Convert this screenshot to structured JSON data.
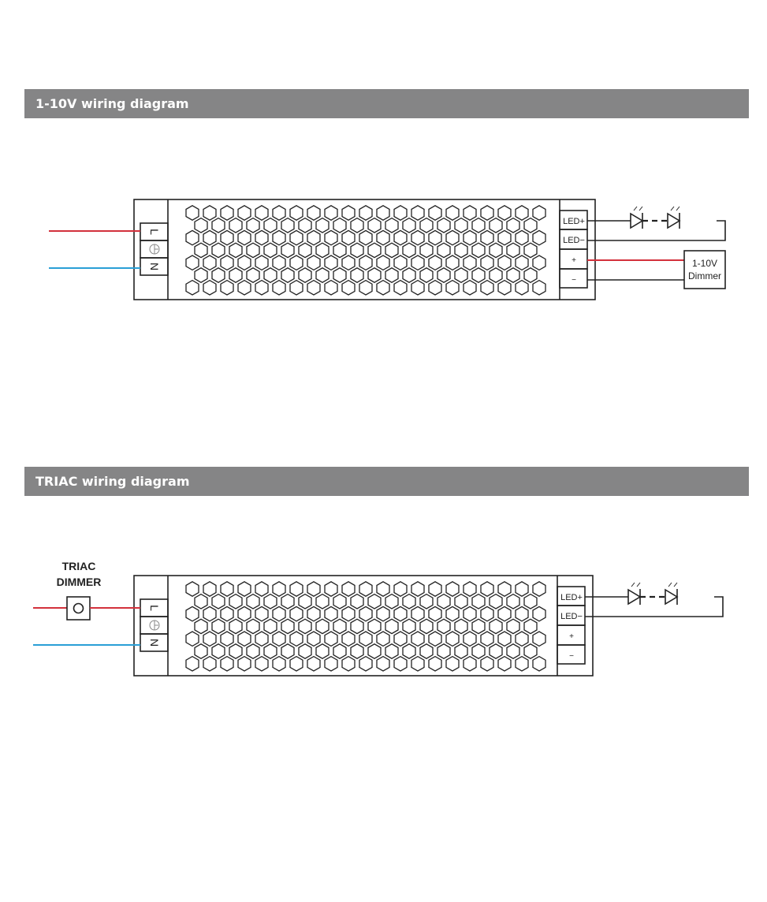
{
  "sections": [
    {
      "title": "1-10V wiring diagram",
      "input_terminals": [
        "L",
        "⏚",
        "N"
      ],
      "output_terminals": [
        "LED+",
        "LED−",
        "+",
        "−"
      ],
      "dimmer_label": [
        "1-10V",
        "Dimmer"
      ]
    },
    {
      "title": "TRIAC wiring diagram",
      "input_terminals": [
        "L",
        "⏚",
        "N"
      ],
      "output_terminals": [
        "LED+",
        "LED−",
        "+",
        "−"
      ],
      "dimmer_label": [
        "TRIAC",
        "DIMMER"
      ]
    }
  ],
  "colors": {
    "header": "#858586",
    "live": "#d3313c",
    "neutral": "#2a9fd6",
    "line": "#222222"
  }
}
